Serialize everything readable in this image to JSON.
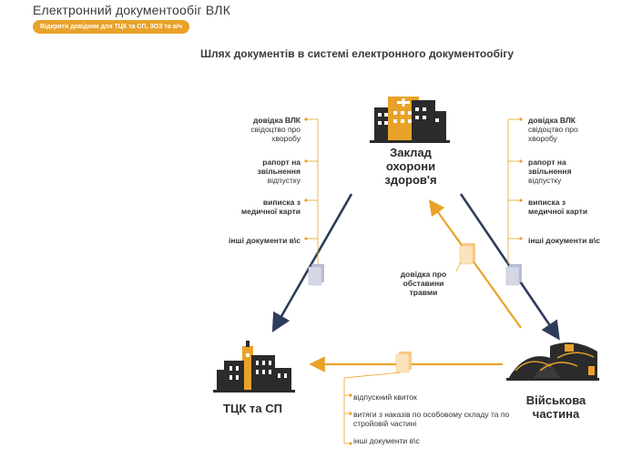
{
  "page": {
    "title": "Електронний документообіг ВЛК",
    "open_button": "Відкрити довідник для ТЦК та СП, ЗОЗ та в/ч"
  },
  "diagram": {
    "title": "Шлях  документів в системі електронного документообігу",
    "nodes": {
      "hospital": "Заклад охорони здоров'я",
      "tck": "ТЦК та СП",
      "military": "Військова частина"
    },
    "left_docs": [
      {
        "bold": "довідка ВЛК",
        "rest": "свідоцтво про хворобу"
      },
      {
        "bold": "рапорт на звільнення",
        "rest": "відпустку"
      },
      {
        "bold": "виписка з медичної карти",
        "rest": ""
      },
      {
        "bold": "інші документи в\\с",
        "rest": ""
      }
    ],
    "right_docs": [
      {
        "bold": "довідка ВЛК",
        "rest": "свідоцтво про хворобу"
      },
      {
        "bold": "рапорт на звільнення",
        "rest": "відпустку"
      },
      {
        "bold": "виписка з медичної карти",
        "rest": ""
      },
      {
        "bold": "інші документи в\\с",
        "rest": ""
      }
    ],
    "trauma_doc": "довідка про обставини травми",
    "bottom_docs": [
      "відпускний квиток",
      "витяги з наказів по особовому складу та по стройовій частині",
      "інші документи в\\с"
    ],
    "colors": {
      "accent": "#e9a229",
      "dark_arrow": "#2f3d5c",
      "icon": "#2b2b2b"
    }
  }
}
